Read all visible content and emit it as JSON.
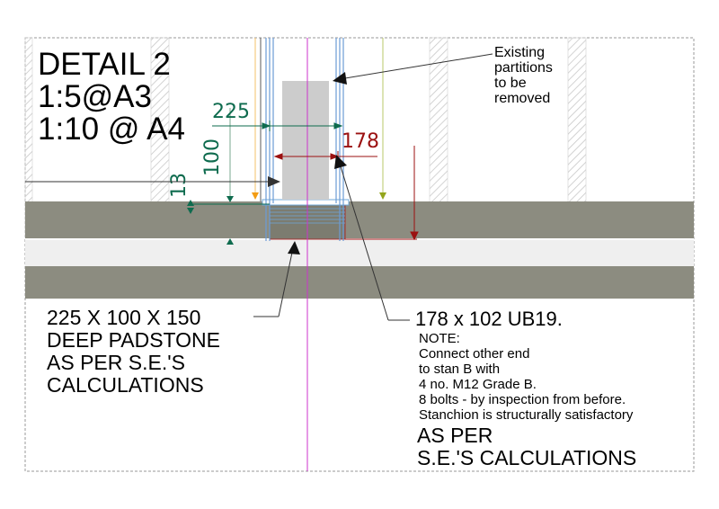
{
  "title": {
    "line1": "DETAIL 2",
    "line2": "1:5@A3",
    "line3": "1:10 @ A4"
  },
  "dimensions": {
    "d225": "225",
    "d100": "100",
    "d13": "13",
    "d178": "178"
  },
  "annotations": {
    "existing": [
      "Existing",
      "partitions",
      "to be",
      "removed"
    ],
    "padstone": [
      "225 X 100 X 150",
      "DEEP PADSTONE",
      "AS PER S.E.'S",
      "CALCULATIONS"
    ],
    "beam": "178 x 102 UB19.",
    "note": [
      "NOTE:",
      "Connect other end",
      "to stan B with",
      "4 no. M12 Grade B.",
      "8 bolts - by inspection from before.",
      "Stanchion is structurally satisfactory"
    ],
    "as_per": [
      "AS PER",
      "S.E.'S CALCULATIONS"
    ]
  },
  "colors": {
    "floor_band": "#8c8c80",
    "light_band": "#efefef",
    "beam": "#cccccc",
    "green_dim": "#0e6b4e",
    "red_dim": "#9b1111",
    "magenta_axis": "#cc33cc",
    "blue_line": "#6b9bd6",
    "orange_marker": "#f39c12",
    "olive_marker": "#93a51c"
  }
}
